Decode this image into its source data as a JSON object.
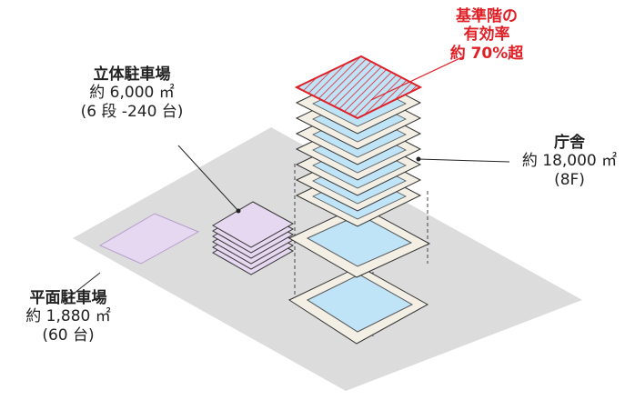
{
  "highlight": {
    "line1": "基準階の",
    "line2": "有効率",
    "line3": "約 70%超",
    "color": "#e02027"
  },
  "parking_structure": {
    "title": "立体駐車場",
    "area": "約 6,000 ㎡",
    "spec": "(6 段 -240 台)"
  },
  "flat_parking": {
    "title": "平面駐車場",
    "area": "約 1,880 ㎡",
    "spec": "(60 台)"
  },
  "office": {
    "title": "庁舎",
    "area": "約 18,000 ㎡",
    "floors": "(8F)"
  },
  "colors": {
    "site": "#dcdcdc",
    "parking": "#e6d8f0",
    "floor": "#bfe3f7",
    "slab": "#f4efe4"
  }
}
